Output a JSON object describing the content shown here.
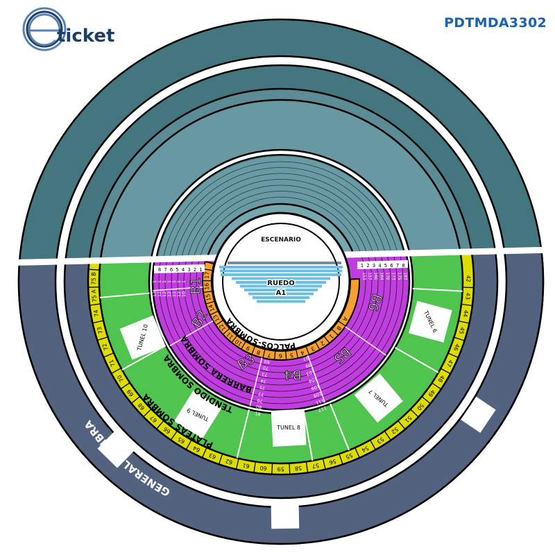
{
  "header": {
    "code": "PDTMDA3302"
  },
  "logo": {
    "text": "ticket",
    "letter": "e"
  },
  "stage": {
    "escenario": "ESCENARIO",
    "ruedo": "RUEDO",
    "a1": "A1"
  },
  "sections": {
    "palcos": "PALCOS-SOMBRA",
    "barrera": "BARRERA SOMBRA",
    "tendido": "TENDIDO SOMBRA",
    "plateas": "PLATEAS SOMBRA",
    "general": "GENERAL SOMBRA"
  },
  "barrera_blocks": [
    "B1",
    "B2",
    "B3",
    "B4",
    "B5",
    "B6"
  ],
  "palcos_boxes": [
    "17",
    "16",
    "15",
    "14",
    "13",
    "12",
    "11",
    "10",
    "9",
    "8",
    "7",
    "6",
    "5",
    "4",
    "3",
    "2",
    "1",
    "B",
    "A"
  ],
  "plateas_boxes": [
    "75 B",
    "75 A",
    "74",
    "73",
    "72",
    "71",
    "70",
    "69",
    "68",
    "67",
    "66",
    "65",
    "64",
    "63",
    "62",
    "61",
    "60",
    "59",
    "58",
    "57",
    "56",
    "55",
    "54",
    "53",
    "52",
    "51",
    "50",
    "49",
    "48",
    "47",
    "46",
    "45",
    "44",
    "43",
    "42"
  ],
  "tunnels": [
    "TUNEL 10",
    "TUNEL 9",
    "TUNEL 8",
    "TUNEL 7",
    "TUNEL 6"
  ],
  "row_numbers_left": [
    "8",
    "7",
    "6",
    "5",
    "4",
    "3",
    "2",
    "1"
  ],
  "row_numbers_right": [
    "1",
    "2",
    "3",
    "4",
    "5",
    "6",
    "7",
    "8"
  ],
  "seat_samples": {
    "b1": [
      "1",
      "1",
      "1",
      "1",
      "1",
      "1",
      "1",
      "13",
      "12",
      "12",
      "12",
      "11",
      "12",
      "10"
    ],
    "b4_edge": [
      "69",
      "70",
      "73",
      "74",
      "75",
      "77",
      "79",
      "80",
      "81"
    ],
    "b5_edge": [
      "97",
      "99",
      "103",
      "104",
      "109",
      "109",
      "111",
      "117"
    ],
    "b6_top": [
      "153",
      "157",
      "160",
      "164",
      "170",
      "173",
      "175",
      "183"
    ]
  },
  "colors": {
    "top_dark": "#44767f",
    "top_mid": "#5b8c96",
    "top_light": "#6898a2",
    "bottom_slate": "#53627f",
    "plateas_yellow": "#dedd00",
    "tendido_green": "#4fc44f",
    "barrera_purple": "#c03ee0",
    "palcos_orange": "#f5a030",
    "brand_blue": "#1b62ad"
  }
}
